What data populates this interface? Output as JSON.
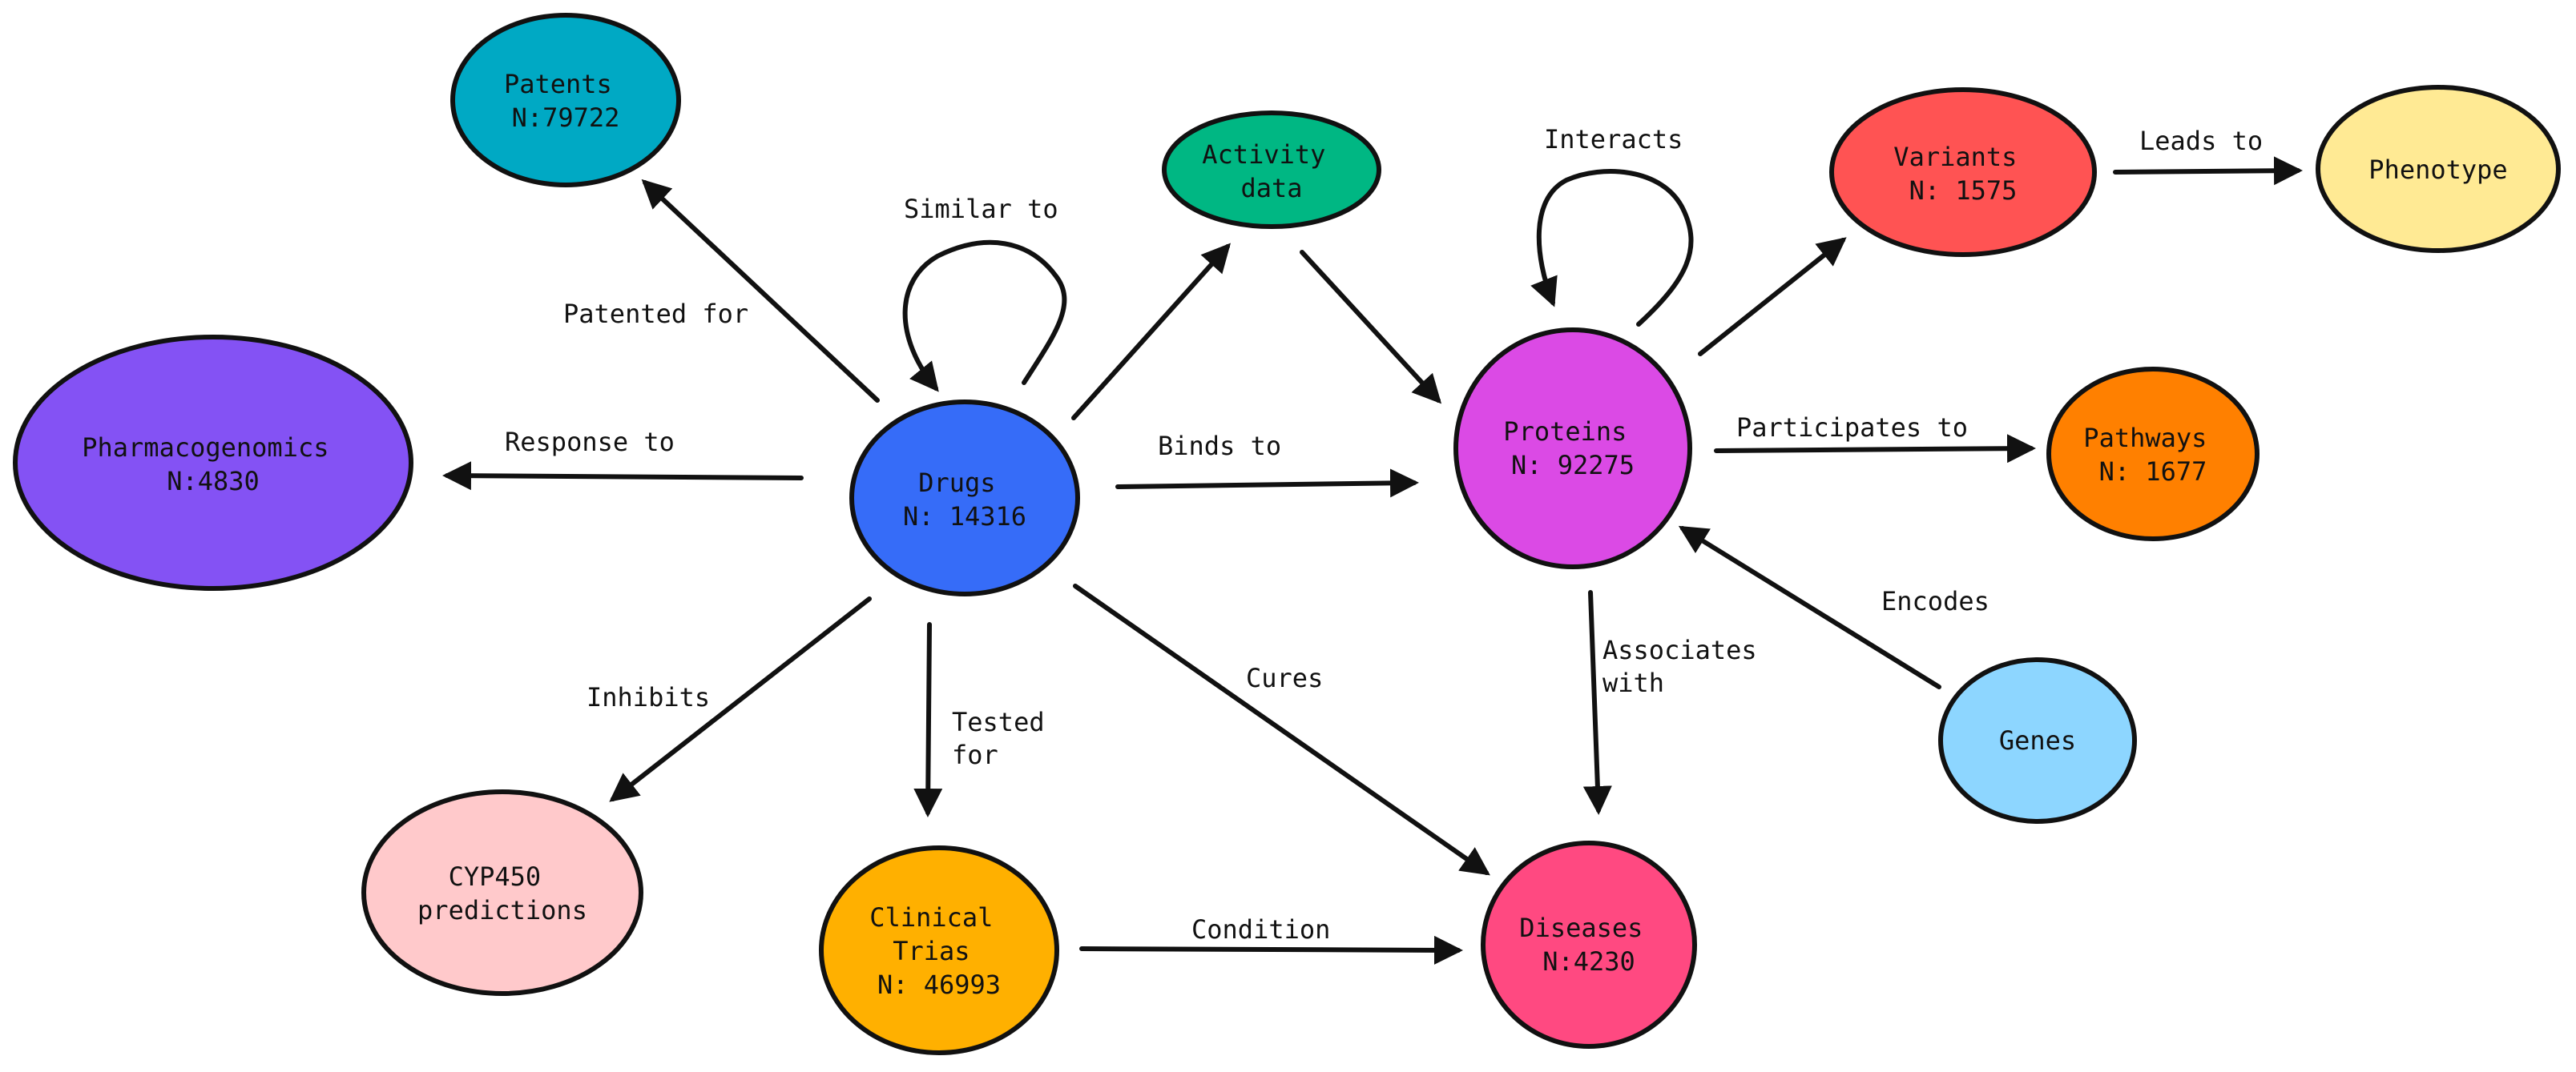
{
  "nodes": {
    "patents": {
      "lines": [
        "Patents",
        "N:79722"
      ],
      "color": "#00A9C4"
    },
    "activity": {
      "lines": [
        "Activity",
        "data"
      ],
      "color": "#00B783"
    },
    "variants": {
      "lines": [
        "Variants",
        "N: 1575"
      ],
      "color": "#FF5353"
    },
    "phenotype": {
      "lines": [
        "Phenotype"
      ],
      "color": "#FFEA94"
    },
    "pharmaco": {
      "lines": [
        "Pharmacogenomics",
        "N:4830"
      ],
      "color": "#8452F4"
    },
    "drugs": {
      "lines": [
        "Drugs",
        "N: 14316"
      ],
      "color": "#366CF8"
    },
    "proteins": {
      "lines": [
        "Proteins",
        "N: 92275"
      ],
      "color": "#DB4AE5"
    },
    "pathways": {
      "lines": [
        "Pathways",
        "N: 1677"
      ],
      "color": "#FF8000"
    },
    "genes": {
      "lines": [
        "Genes"
      ],
      "color": "#8DD6FF"
    },
    "cyp450": {
      "lines": [
        "CYP450",
        "predictions"
      ],
      "color": "#FFC9CB"
    },
    "clinical": {
      "lines": [
        "Clinical",
        "Trias",
        "N: 46993"
      ],
      "color": "#FFB000"
    },
    "diseases": {
      "lines": [
        "Diseases",
        "N:4230"
      ],
      "color": "#FF4981"
    }
  },
  "edges": {
    "similar_to": [
      "Similar to"
    ],
    "patented_for": [
      "Patented for"
    ],
    "response_to": [
      "Response to"
    ],
    "binds_to": [
      "Binds to"
    ],
    "inhibits": [
      "Inhibits"
    ],
    "tested_for": [
      "Tested",
      "for"
    ],
    "cures": [
      "Cures"
    ],
    "condition": [
      "Condition"
    ],
    "interacts": [
      "Interacts"
    ],
    "leads_to": [
      "Leads to"
    ],
    "participates_to": [
      "Participates to"
    ],
    "encodes": [
      "Encodes"
    ],
    "associates_with": [
      "Associates",
      "with"
    ]
  }
}
